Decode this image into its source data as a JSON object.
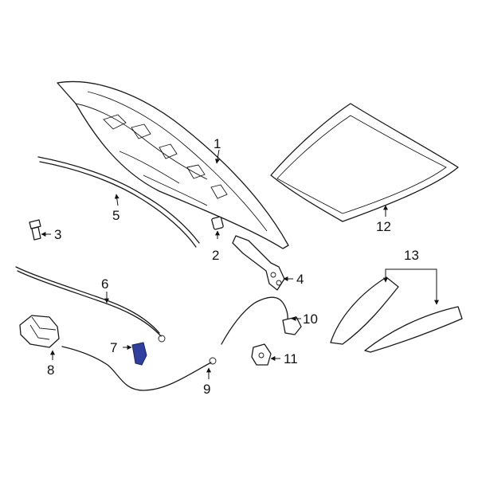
{
  "callouts": {
    "c1": "1",
    "c2": "2",
    "c3": "3",
    "c4": "4",
    "c5": "5",
    "c6": "6",
    "c7": "7",
    "c8": "8",
    "c9": "9",
    "c10": "10",
    "c11": "11",
    "c12": "12",
    "c13": "13"
  },
  "colors": {
    "line": "#1a1a1a",
    "highlight": "#2f3f9e",
    "background": "#ffffff"
  },
  "highlighted_part": "7"
}
